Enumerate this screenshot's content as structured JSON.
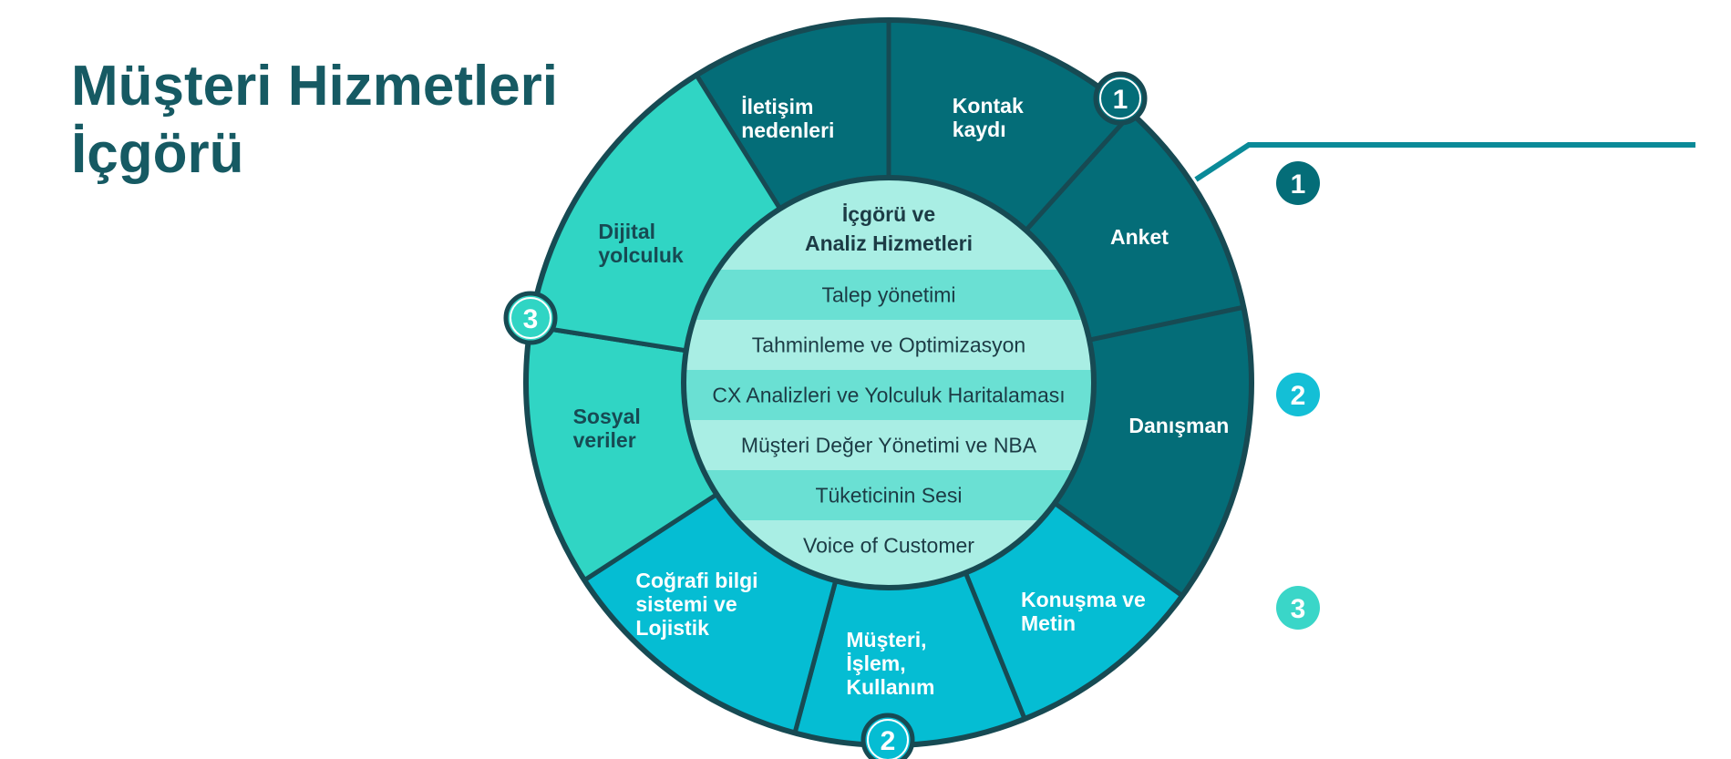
{
  "title_lines": [
    "Müşteri Hizmetleri",
    "İçgörü"
  ],
  "center": {
    "header": [
      "İçgörü ve",
      "Analiz Hizmetleri"
    ],
    "rows": [
      "Talep yönetimi",
      "Tahminleme ve Optimizasyon",
      "CX Analizleri ve Yolculuk Haritalaması",
      "Müşteri Değer Yönetimi ve NBA",
      "Tüketicinin Sesi",
      "Voice of Customer"
    ]
  },
  "segments": [
    {
      "lines": [
        "İletişim",
        "nedenleri"
      ],
      "group": 1
    },
    {
      "lines": [
        "Kontak",
        "kaydı"
      ],
      "group": 1
    },
    {
      "lines": [
        "Anket"
      ],
      "group": 1
    },
    {
      "lines": [
        "Danışman"
      ],
      "group": 1
    },
    {
      "lines": [
        "Konuşma ve",
        "Metin"
      ],
      "group": 2
    },
    {
      "lines": [
        "Müşteri,",
        "İşlem,",
        "Kullanım"
      ],
      "group": 2
    },
    {
      "lines": [
        "Coğrafi bilgi",
        "sistemi ve",
        "Lojistik"
      ],
      "group": 2
    },
    {
      "lines": [
        "Sosyal",
        "veriler"
      ],
      "group": 3
    },
    {
      "lines": [
        "Dijital",
        "yolculuk"
      ],
      "group": 3
    }
  ],
  "wheel_badges": [
    "1",
    "2",
    "3"
  ],
  "legend": [
    "1",
    "2",
    "3"
  ],
  "colors": {
    "group1": "#046d78",
    "group2": "#05bdd3",
    "group3": "#30d5c4",
    "outline": "#174a53",
    "title": "#165a63",
    "row_light": "#a9eee4",
    "row_mid": "#6ae0d3",
    "legend1": "#046d78",
    "legend2": "#14bfd6",
    "legend3": "#3ad6c8",
    "line": "#0a8a98"
  }
}
